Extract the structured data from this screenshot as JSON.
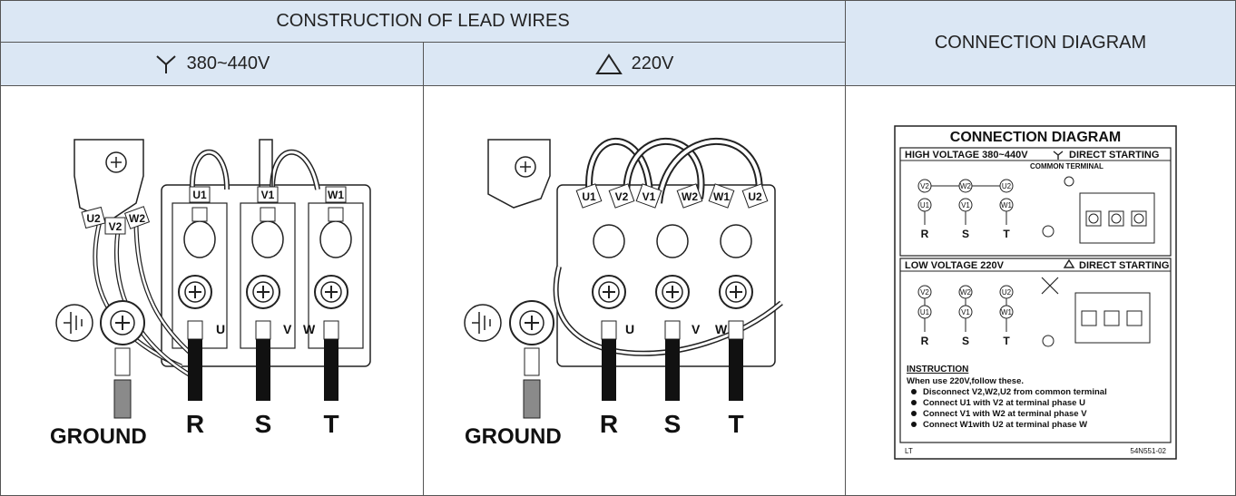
{
  "header": {
    "construction_title": "CONSTRUCTION OF LEAD WIRES",
    "wye_voltage": "380~440V",
    "delta_voltage": "220V",
    "connection_title": "CONNECTION DIAGRAM"
  },
  "wye_panel": {
    "top_tags": [
      "U1",
      "V1",
      "W1"
    ],
    "common_tags": [
      "U2",
      "V2",
      "W2"
    ],
    "terminal_letters": [
      "U",
      "V",
      "W"
    ],
    "phase_labels": [
      "R",
      "S",
      "T"
    ],
    "ground_label": "GROUND"
  },
  "delta_panel": {
    "tags": [
      "U1",
      "V2",
      "V1",
      "W2",
      "W1",
      "U2"
    ],
    "terminal_letters": [
      "U",
      "V",
      "W"
    ],
    "phase_labels": [
      "R",
      "S",
      "T"
    ],
    "ground_label": "GROUND"
  },
  "label_card": {
    "title": "CONNECTION DIAGRAM",
    "high_left": "HIGH  VOLTAGE 380~440V",
    "high_right": "DIRECT STARTING",
    "common_terminal": "COMMON TERMINAL",
    "high_top_row": [
      "V2",
      "W2",
      "U2"
    ],
    "high_mid_row": [
      "U1",
      "V1",
      "W1"
    ],
    "phase_row": [
      "R",
      "S",
      "T"
    ],
    "low_left": "LOW  VOLTAGE 220V",
    "low_right": "DIRECT STARTING",
    "low_top_row": [
      "V2",
      "W2",
      "U2"
    ],
    "low_mid_row": [
      "U1",
      "V1",
      "W1"
    ],
    "instruction_title": "INSTRUCTION",
    "instruction_intro": "When use 220V,follow these.",
    "instructions": [
      "Disconnect V2,W2,U2 from common terminal",
      "Connect U1 with V2 at terminal phase U",
      "Connect V1 with W2 at terminal phase V",
      "Connect W1with U2 at terminal phase W"
    ],
    "footer_left": "LT",
    "footer_right": "54N551-02"
  }
}
